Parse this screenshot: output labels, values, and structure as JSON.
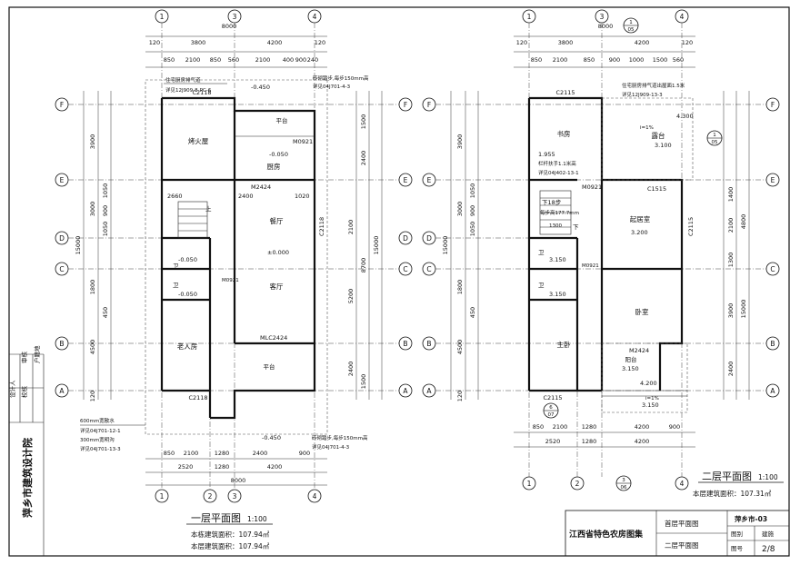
{
  "sheet": {
    "institute_vertical": "萍乡市建筑设计院",
    "side_labels": [
      "设计人",
      "校核",
      "审核",
      "户籍地"
    ],
    "atlas_title": "江西省特色农房图集",
    "drawing_name_1": "首层平面图",
    "drawing_name_2": "二层平面图",
    "project_code": "萍乡市-03",
    "category_label": "图别",
    "category_value": "建施",
    "number_label": "图号",
    "number_value": "2/8"
  },
  "plan1": {
    "title": "一层平面图",
    "scale": "1:100",
    "area1": "本栋建筑面积：107.94㎡",
    "area2": "本层建筑面积：107.94㎡",
    "rooms": {
      "kitchen_fire": "烤火屋",
      "kitchen": "厨房",
      "platform_top": "平台",
      "dining": "餐厅",
      "living": "客厅",
      "elder": "老人房",
      "platform_bottom": "平台",
      "wc1": "卫",
      "wc2": "卫"
    },
    "labels": {
      "c2118_top": "C2118",
      "m0921": "M0921",
      "m0921b": "M0921",
      "m2424": "M2424",
      "mlc": "MLC2424",
      "c2118_bottom": "C2118",
      "c2118_right": "C2118",
      "elev_top": "-0.450",
      "elev_kitchen": "-0.050",
      "elev_living": "±0.000",
      "elev_wc1": "-0.050",
      "elev_wc2": "-0.050",
      "elev_bottom": "-0.450",
      "note_flue": "住宅厨房排气道",
      "note_flue_ref": "详见12J909-8-PC-6",
      "note_ramp": "砖砌踏步,每步150mm高",
      "note_ramp_ref": "详见04J701-4-3",
      "note_ramp2": "砖砌踏步,每步150mm高",
      "note_ramp2_ref": "详见04J701-4-3",
      "note_apron": "600mm宽散水",
      "note_apron_ref": "详见04J701-12-1",
      "note_gutter": "300mm宽明沟",
      "note_gutter_ref": "详见04J701-13-3",
      "room_w1": "2660",
      "room_w2": "2400",
      "room_w3": "1020",
      "up": "上"
    },
    "dims_top1": [
      "120",
      "3800",
      "4200",
      "120"
    ],
    "dims_top_total": "8000",
    "dims_top2": [
      "850",
      "2100",
      "850",
      "560",
      "2100",
      "400",
      "900",
      "240"
    ],
    "dims_bottom1": [
      "850",
      "2100",
      "1280",
      "2400",
      "900"
    ],
    "dims_bottom2": [
      "2520",
      "1280",
      "4200"
    ],
    "dims_bottom_total": "8000",
    "dims_left": [
      "3900",
      "3000",
      "1050",
      "900",
      "1050",
      "1800",
      "450",
      "4500",
      "120"
    ],
    "dims_left_total": "15000",
    "dims_right": [
      "1500",
      "2400",
      "2100",
      "8700",
      "5200",
      "2400",
      "1500"
    ],
    "dims_right_total": "15000"
  },
  "plan2": {
    "title": "二层平面图",
    "scale": "1:100",
    "area": "本层建筑面积：107.31㎡",
    "rooms": {
      "study": "书房",
      "terrace": "露台",
      "family": "起居室",
      "bedroom": "卧室",
      "master": "主卧",
      "balcony": "阳台",
      "wc1": "卫",
      "wc2": "卫"
    },
    "labels": {
      "c2115_top": "C2115",
      "m0921": "M0921",
      "m0921b": "M0921",
      "c1515": "C1515",
      "c2115_right": "C2115",
      "c2115_bottom": "C2115",
      "m2424": "M2424",
      "elev_terrace": "4.300",
      "elev_terrace2": "3.100",
      "elev_family": "3.200",
      "elev_wc1": "3.150",
      "elev_wc2": "3.150",
      "elev_balcony": "3.150",
      "elev_balcony2": "4.200",
      "elev_balcony3": "3.150",
      "elev_stair": "1.955",
      "stair_note": "下18步",
      "stair_note2": "每步高177.7mm",
      "note_flue": "住宅厨房排气道出屋面1.5米",
      "note_flue_ref": "详见12J909-13-3",
      "note_rail": "栏杆扶手1.1米高",
      "note_rail_ref": "详见04J402-13-1",
      "slope": "i=1%",
      "slope2": "i=1%",
      "rail_dims": "1300",
      "up": "下"
    },
    "dims_top1": [
      "120",
      "3800",
      "4200",
      "120"
    ],
    "dims_top_total": "8000",
    "dims_top2": [
      "850",
      "2100",
      "850",
      "900",
      "1000",
      "1500",
      "560"
    ],
    "dims_bottom1": [
      "850",
      "2100",
      "1280",
      "4200",
      "900"
    ],
    "dims_bottom2": [
      "2520",
      "1280",
      "4200"
    ],
    "dims_left": [
      "3900",
      "3000",
      "1050",
      "900",
      "1050",
      "1800",
      "450",
      "4500",
      "120"
    ],
    "dims_left_total": "15000",
    "dims_right": [
      "1400",
      "2100",
      "4800",
      "1300",
      "3900",
      "2400"
    ],
    "dims_right_total": "15000"
  },
  "axes_h": [
    "F",
    "E",
    "D",
    "C",
    "B",
    "A"
  ],
  "axes_v": [
    "1",
    "2",
    "3",
    "4"
  ],
  "detail_tags": [
    {
      "top": "1",
      "bottom": "05"
    },
    {
      "top": "1",
      "bottom": "05"
    },
    {
      "top": "6",
      "bottom": "07"
    },
    {
      "top": "3",
      "bottom": "06"
    }
  ]
}
